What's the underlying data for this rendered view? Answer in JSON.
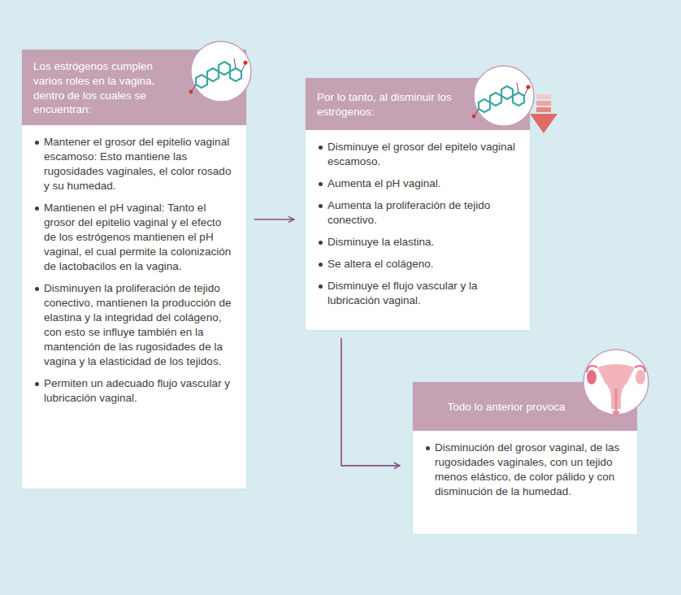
{
  "diagram": {
    "nodes": [
      {
        "text": [
          "Los estrógenos cumplen varios roles en la vagina, dentro de los cuales se encuentran:",
          "Mantener el grosor del epitelio vaginal escamoso: Esto mantiene las rugosidades vaginales, el color rosado y su humedad.",
          "Mantienen el pH vaginal: Tanto el grosor del epitelio vaginal y el efecto de los estrógenos mantienen el pH vaginal, el cual permite la colonización de lactobacilos en la vagina.",
          "Disminuyen la proliferación de tejido conectivo, mantienen la producción de elastina y la integridad del colágeno, con esto se influye también en la mantención de las rugosidades de la vagina y la elasticidad de los tejidos.",
          "Permiten un adecuado flujo vascular y lubricación vaginal."
        ]
      },
      {
        "text": [
          "Por lo tanto, al disminuir los estrógenos:",
          "Disminuye el grosor del epitelo vaginal escamoso.",
          "Aumenta el pH vaginal.",
          "Aumenta la proliferación de tejido conectivo.",
          "Disminuye la elastina.",
          "Se altera el colágeno.",
          "Disminuye el flujo vascular y la lubricación vaginal."
        ]
      },
      {
        "text": [
          "Todo lo anterior provoca",
          "Disminución del grosor vaginal, de las rugosidades vaginales, con un tejido menos elástico, de color pálido y con disminución de la humedad."
        ]
      }
    ],
    "edges": [
      {
        "from": 0,
        "to": 1,
        "arrow": "to"
      },
      {
        "from": 1,
        "to": 2,
        "arrow": "to"
      }
    ]
  }
}
